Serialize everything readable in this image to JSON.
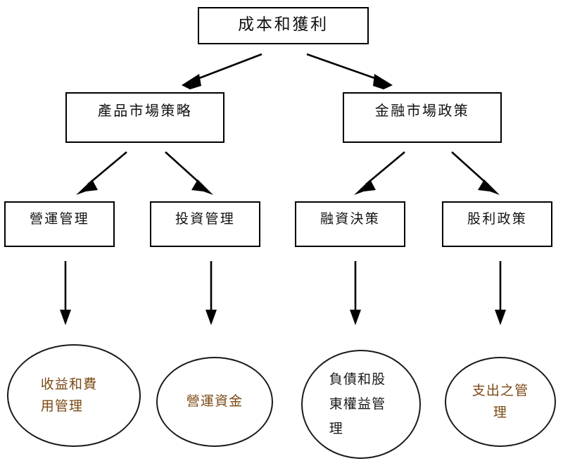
{
  "diagram": {
    "title": "成本和獲利",
    "type": "hierarchy-tree",
    "colors": {
      "node_border": "#000000",
      "ellipse_border": "#1a1a1a",
      "box_text": "#111111",
      "highlight_text": "#7B4A15",
      "background": "#ffffff",
      "connector": "#000000"
    },
    "levels": {
      "level1": {
        "nodes": [
          {
            "id": "root",
            "label": "成本和獲利",
            "shape": "rectangle"
          }
        ]
      },
      "level2": {
        "nodes": [
          {
            "id": "product",
            "label": "產品市場策略",
            "shape": "rectangle"
          },
          {
            "id": "financial",
            "label": "金融市場政策",
            "shape": "rectangle"
          }
        ]
      },
      "level3": {
        "nodes": [
          {
            "id": "ops",
            "label": "營運管理",
            "shape": "rectangle"
          },
          {
            "id": "invest",
            "label": "投資管理",
            "shape": "rectangle"
          },
          {
            "id": "finance",
            "label": "融資決策",
            "shape": "rectangle"
          },
          {
            "id": "dividend",
            "label": "股利政策",
            "shape": "rectangle"
          }
        ]
      },
      "level4": {
        "nodes": [
          {
            "id": "revenue",
            "label": "收益和費\n用管理",
            "shape": "ellipse",
            "text_color": "#7B4A15"
          },
          {
            "id": "working",
            "label": "營運資金",
            "shape": "ellipse",
            "text_color": "#7B4A15"
          },
          {
            "id": "liability",
            "label": "負債和股\n東權益管\n理",
            "shape": "ellipse",
            "text_color": "#1a1a1a"
          },
          {
            "id": "expense",
            "label": "支出之管\n理",
            "shape": "ellipse",
            "text_color": "#7B4A15"
          }
        ]
      }
    },
    "edges": [
      {
        "id": "root-to-product",
        "from": "root",
        "to": "product",
        "style": "diagonal-arrow"
      },
      {
        "id": "root-to-financial",
        "from": "root",
        "to": "financial",
        "style": "diagonal-arrow"
      },
      {
        "id": "product-to-ops",
        "from": "product",
        "to": "ops",
        "style": "diagonal-arrow"
      },
      {
        "id": "product-to-invest",
        "from": "product",
        "to": "invest",
        "style": "diagonal-arrow"
      },
      {
        "id": "financial-to-finance",
        "from": "financial",
        "to": "finance",
        "style": "diagonal-arrow"
      },
      {
        "id": "financial-to-dividend",
        "from": "financial",
        "to": "dividend",
        "style": "diagonal-arrow"
      },
      {
        "id": "ops-to-revenue",
        "from": "ops",
        "to": "revenue",
        "style": "vertical-arrow"
      },
      {
        "id": "invest-to-working",
        "from": "invest",
        "to": "working",
        "style": "vertical-arrow"
      },
      {
        "id": "finance-to-liability",
        "from": "finance",
        "to": "liability",
        "style": "vertical-arrow"
      },
      {
        "id": "dividend-to-expense",
        "from": "dividend",
        "to": "expense",
        "style": "vertical-arrow"
      }
    ]
  }
}
